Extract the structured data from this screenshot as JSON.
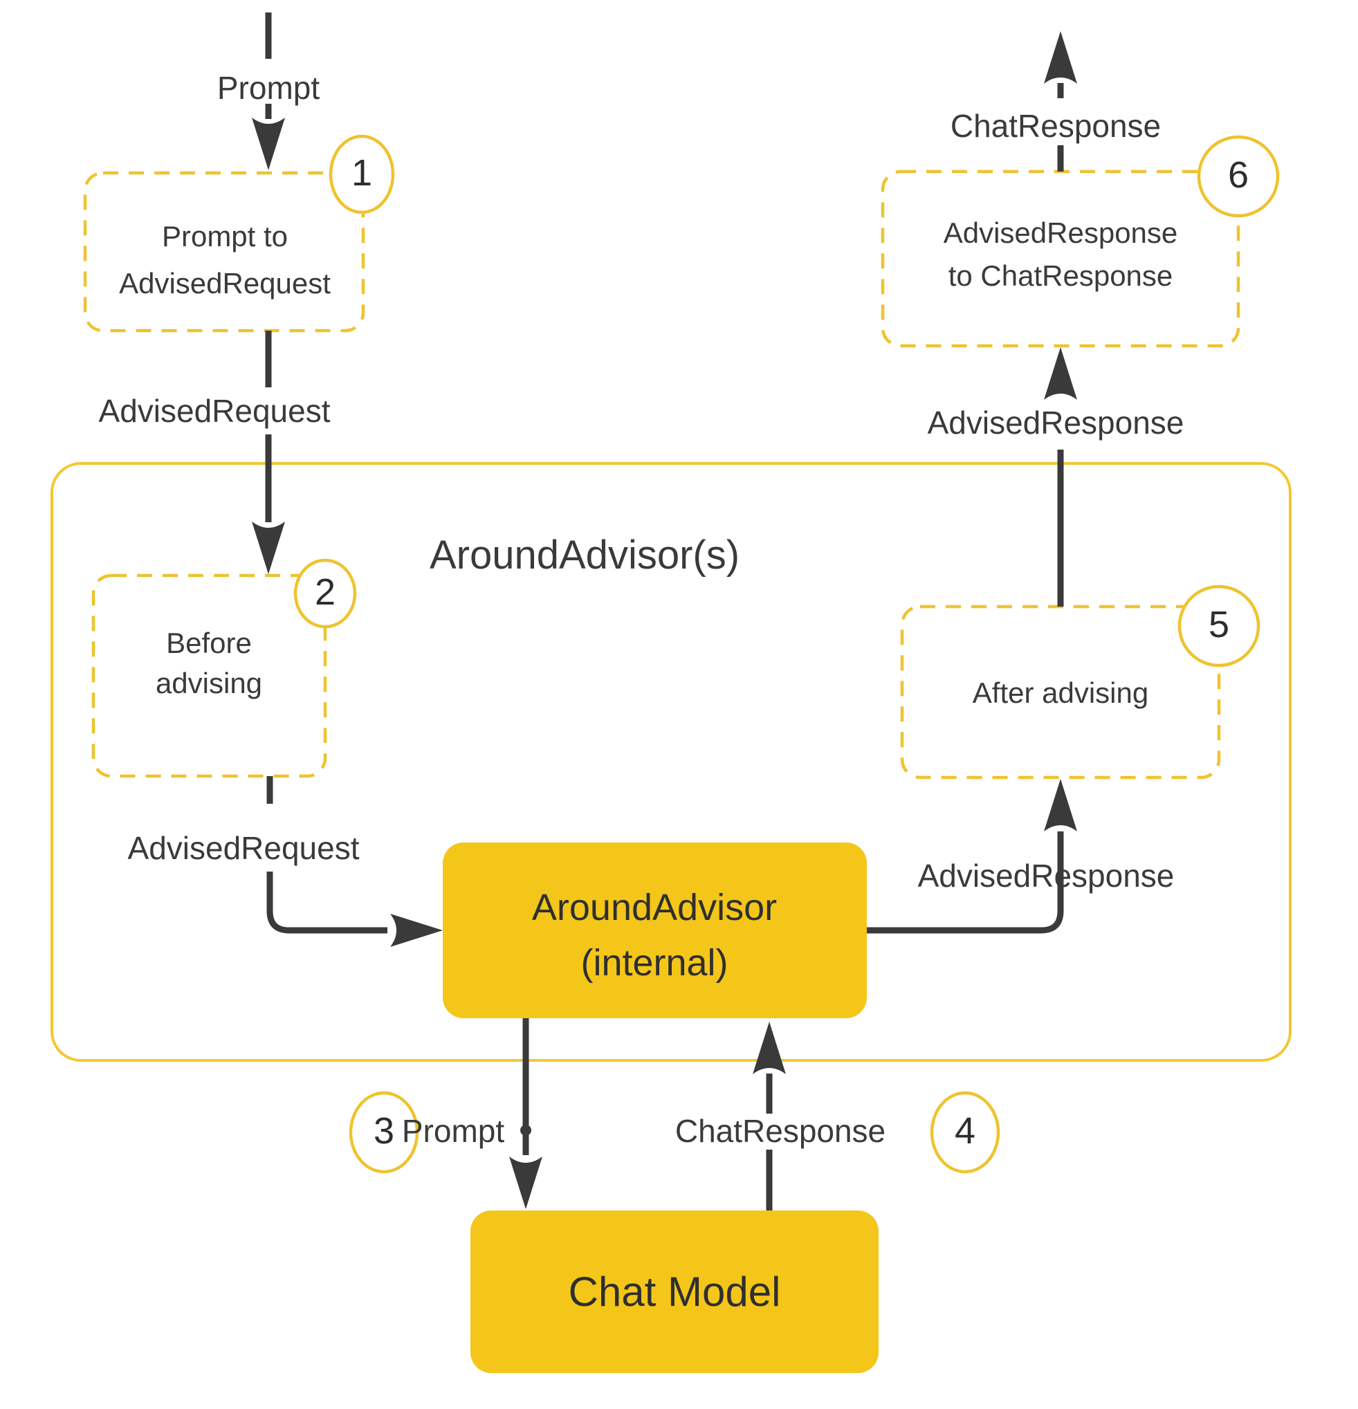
{
  "diagram": "advisor-flow",
  "colors": {
    "ink": "#3a3a3a",
    "box-yellow": "#f4c619",
    "dash-yellow": "#eec32f",
    "container-yellow": "#f2c831",
    "bg": "#ffffff"
  },
  "labels": {
    "prompt_top": "Prompt",
    "advised_request_1": "AdvisedRequest",
    "advised_request_2": "AdvisedRequest",
    "advised_response_mid": "AdvisedResponse",
    "advised_response_top": "AdvisedResponse",
    "chat_response_top": "ChatResponse",
    "prompt_bottom": "Prompt",
    "chat_response_bottom": "ChatResponse"
  },
  "container": {
    "title": "AroundAdvisor(s)"
  },
  "boxes": {
    "step1": {
      "line1": "Prompt to",
      "line2": "AdvisedRequest",
      "number": "1"
    },
    "step2": {
      "line1": "Before",
      "line2": "advising",
      "number": "2"
    },
    "step5": {
      "label": "After advising",
      "number": "5"
    },
    "step6": {
      "line1": "AdvisedResponse",
      "line2": "to ChatResponse",
      "number": "6"
    },
    "internal": {
      "line1": "AroundAdvisor",
      "line2": "(internal)"
    },
    "chat_model": {
      "label": "Chat Model"
    }
  },
  "steps": {
    "three": "3",
    "four": "4"
  }
}
